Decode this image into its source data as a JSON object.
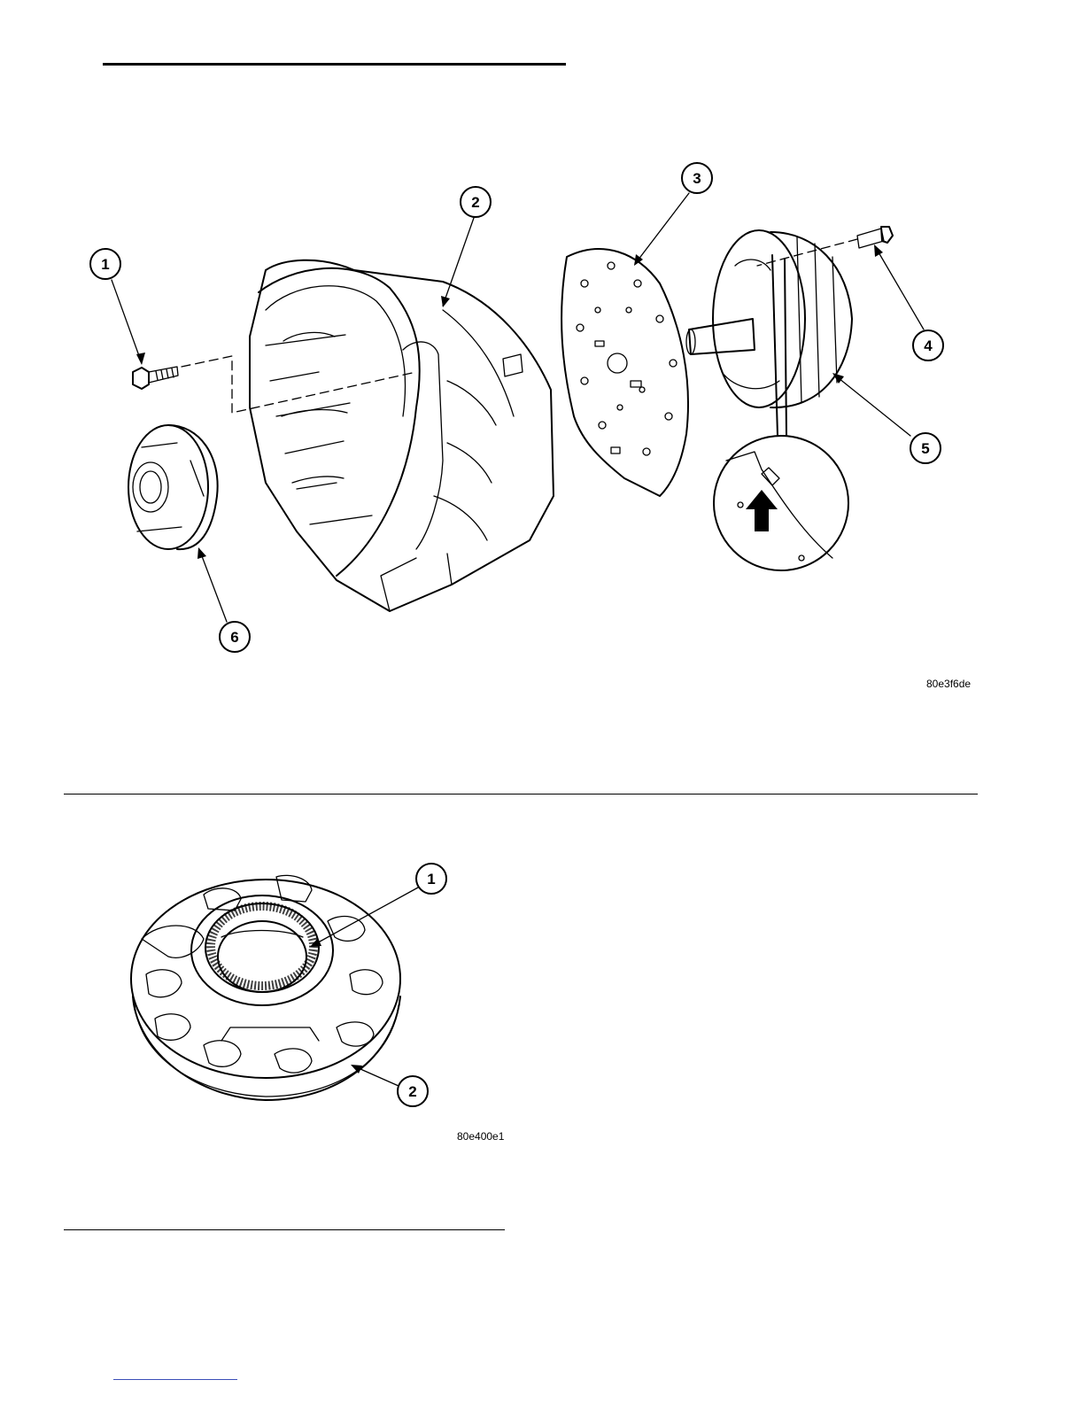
{
  "figures": [
    {
      "id": "80e3f6de",
      "callouts": [
        "1",
        "2",
        "3",
        "4",
        "5",
        "6"
      ]
    },
    {
      "id": "80e400e1",
      "callouts": [
        "1",
        "2"
      ]
    }
  ]
}
